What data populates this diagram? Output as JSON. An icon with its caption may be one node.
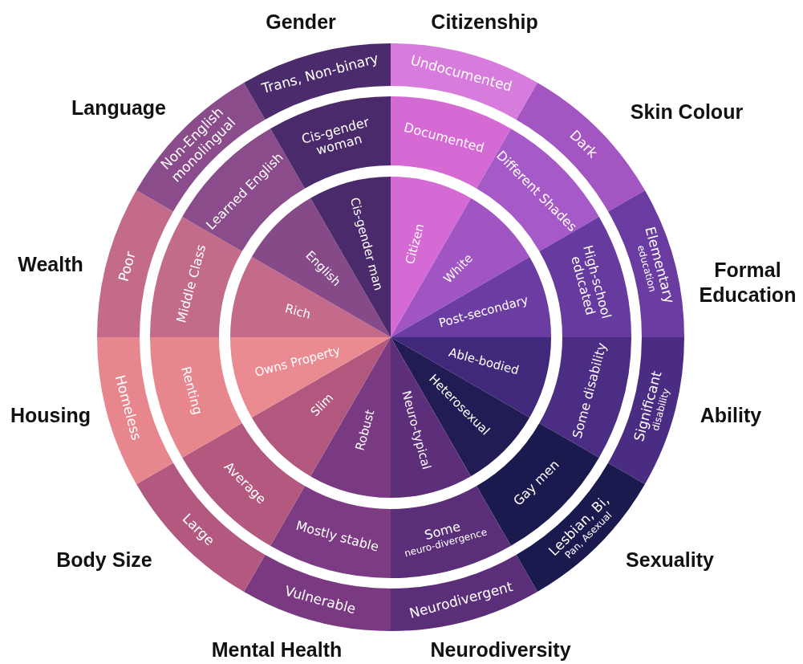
{
  "diagram": {
    "nodes": [
      {
        "text": [
          "Citizen"
        ]
      },
      {
        "text": [
          "Documented"
        ]
      },
      {
        "text": [
          "Undocumented"
        ]
      },
      {
        "text": [
          "White"
        ]
      },
      {
        "text": [
          "Different Shades"
        ]
      },
      {
        "text": [
          "Dark"
        ]
      },
      {
        "text": [
          "Post-secondary"
        ]
      },
      {
        "text": [
          "High-school educated"
        ]
      },
      {
        "text": [
          "Elementary",
          "education"
        ]
      },
      {
        "text": [
          "Able-bodied"
        ]
      },
      {
        "text": [
          "Some disability"
        ]
      },
      {
        "text": [
          "Significant",
          "disability"
        ]
      },
      {
        "text": [
          "Heterosexual"
        ]
      },
      {
        "text": [
          "Gay men"
        ]
      },
      {
        "text": [
          "Lesbian, Bi,",
          "Pan, Asexual"
        ]
      },
      {
        "text": [
          "Neuro-typical"
        ]
      },
      {
        "text": [
          "Some",
          "neuro-divergence"
        ]
      },
      {
        "text": [
          "Neurodivergent"
        ]
      },
      {
        "text": [
          "Robust"
        ]
      },
      {
        "text": [
          "Mostly stable"
        ]
      },
      {
        "text": [
          "Vulnerable"
        ]
      },
      {
        "text": [
          "Slim"
        ]
      },
      {
        "text": [
          "Average"
        ]
      },
      {
        "text": [
          "Large"
        ]
      },
      {
        "text": [
          "Owns Property"
        ]
      },
      {
        "text": [
          "Renting"
        ]
      },
      {
        "text": [
          "Homeless"
        ]
      },
      {
        "text": [
          "Rich"
        ]
      },
      {
        "text": [
          "Middle Class"
        ]
      },
      {
        "text": [
          "Poor"
        ]
      },
      {
        "text": [
          "English"
        ]
      },
      {
        "text": [
          "Learned English"
        ]
      },
      {
        "text": [
          "Non-English monolingual"
        ]
      },
      {
        "text": [
          "Cis-gender man"
        ]
      },
      {
        "text": [
          "Cis-gender woman"
        ]
      },
      {
        "text": [
          "Trans, Non-binary"
        ]
      }
    ],
    "labels": [
      "Gender",
      "Citizenship",
      "Language",
      "Skin Colour",
      "Wealth",
      "Formal Education",
      "Housing",
      "Ability",
      "Body Size",
      "Sexuality",
      "Mental Health",
      "Neurodiversity"
    ]
  }
}
